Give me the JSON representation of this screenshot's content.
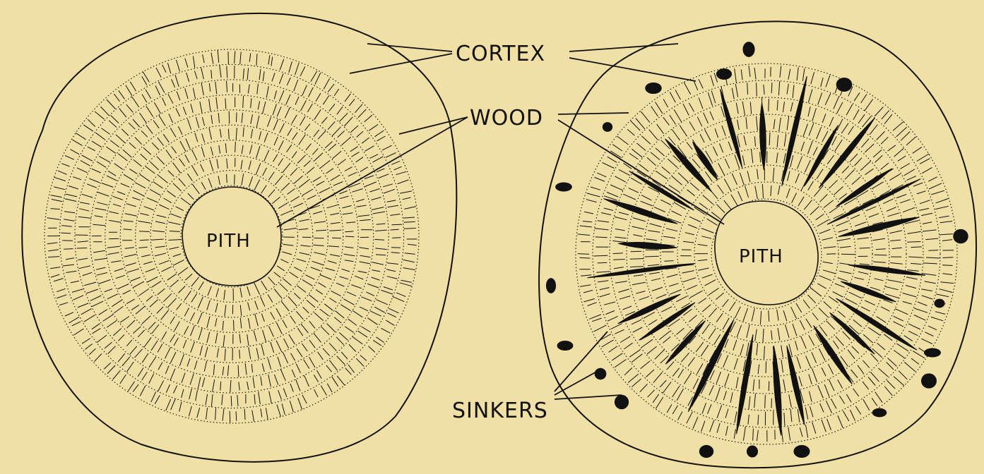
{
  "labels": {
    "cortex": "CORTEX",
    "wood": "WOOD",
    "sinkers": "SINKERS",
    "pith_left": "PITH",
    "pith_right": "PITH"
  },
  "colors": {
    "background": "#f0e0a6",
    "ink": "#111111"
  }
}
